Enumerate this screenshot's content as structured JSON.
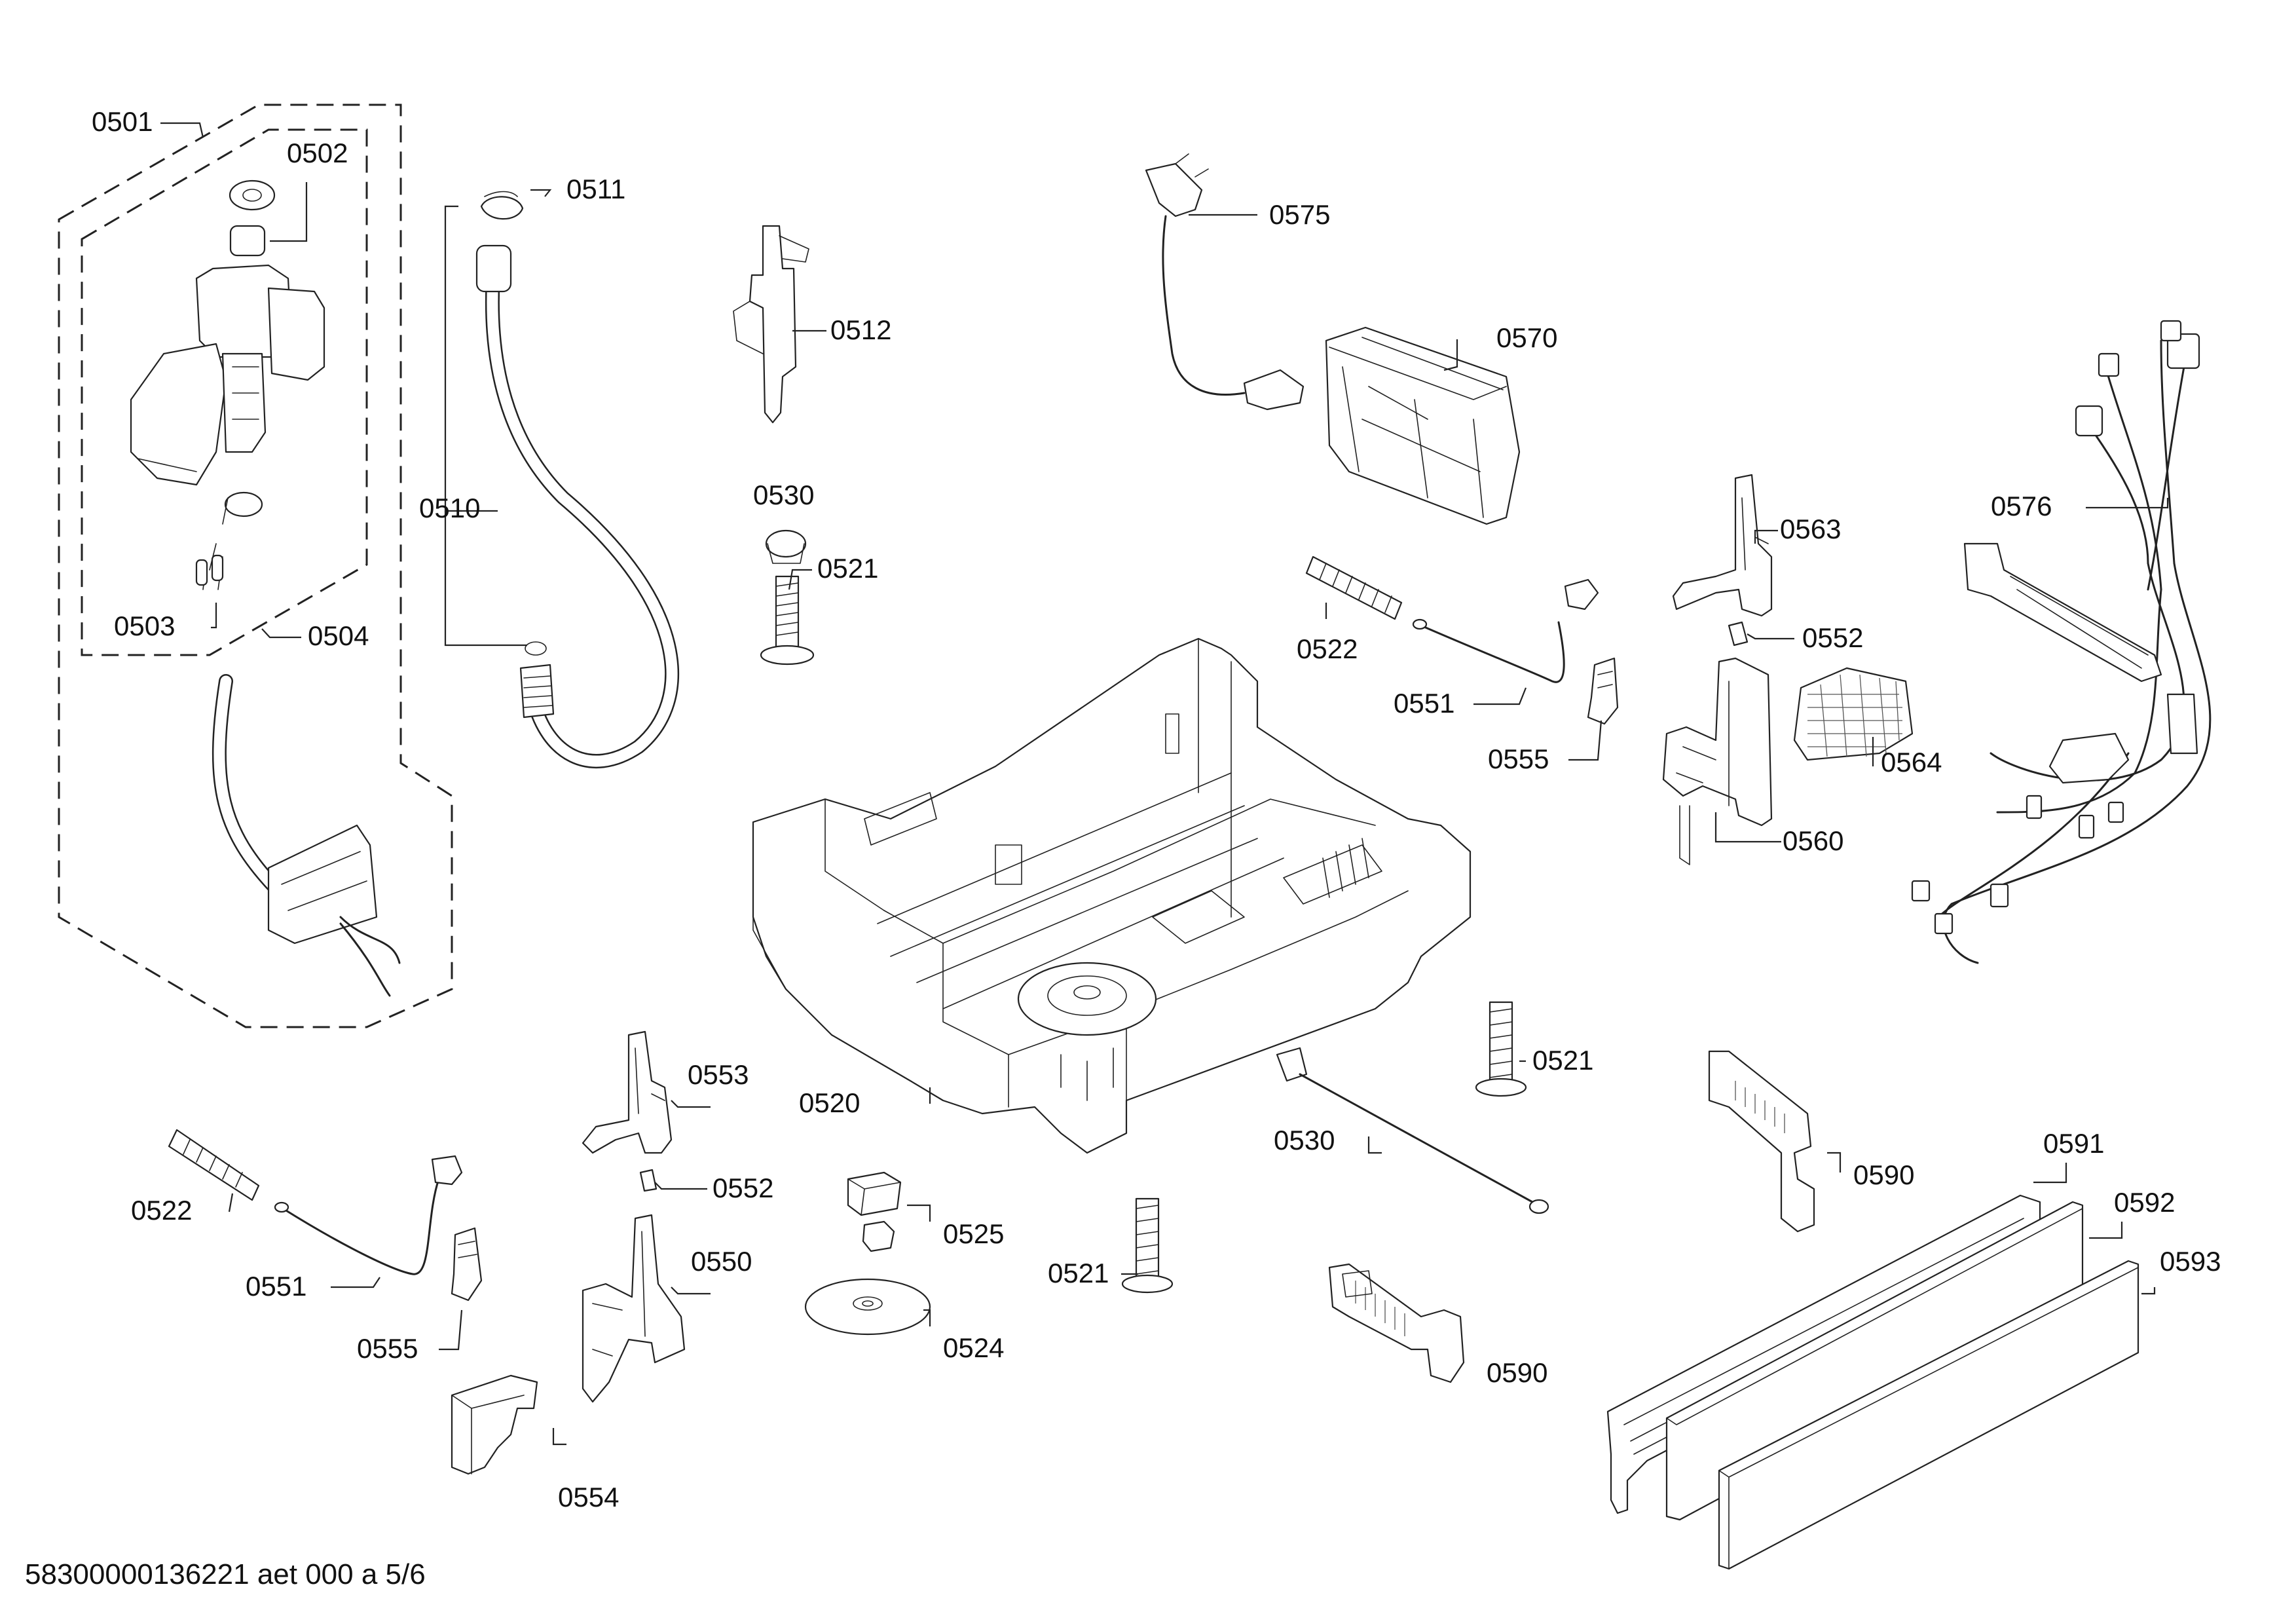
{
  "labels": {
    "p0501": "0501",
    "p0502": "0502",
    "p0503": "0503",
    "p0504": "0504",
    "p0510": "0510",
    "p0511": "0511",
    "p0512": "0512",
    "p0530_a": "0530",
    "p0521_a": "0521",
    "p0575": "0575",
    "p0570": "0570",
    "p0576": "0576",
    "p0563": "0563",
    "p0552_a": "0552",
    "p0522_a": "0522",
    "p0551_a": "0551",
    "p0555_a": "0555",
    "p0564": "0564",
    "p0560": "0560",
    "p0520": "0520",
    "p0553": "0553",
    "p0552_b": "0552",
    "p0522_b": "0522",
    "p0551_b": "0551",
    "p0555_b": "0555",
    "p0550": "0550",
    "p0554": "0554",
    "p0525": "0525",
    "p0524": "0524",
    "p0521_b": "0521",
    "p0530_b": "0530",
    "p0521_c": "0521",
    "p0590_a": "0590",
    "p0590_b": "0590",
    "p0591": "0591",
    "p0592": "0592",
    "p0593": "0593"
  },
  "document_id": "58300000136221 aet 000 a 5/6"
}
